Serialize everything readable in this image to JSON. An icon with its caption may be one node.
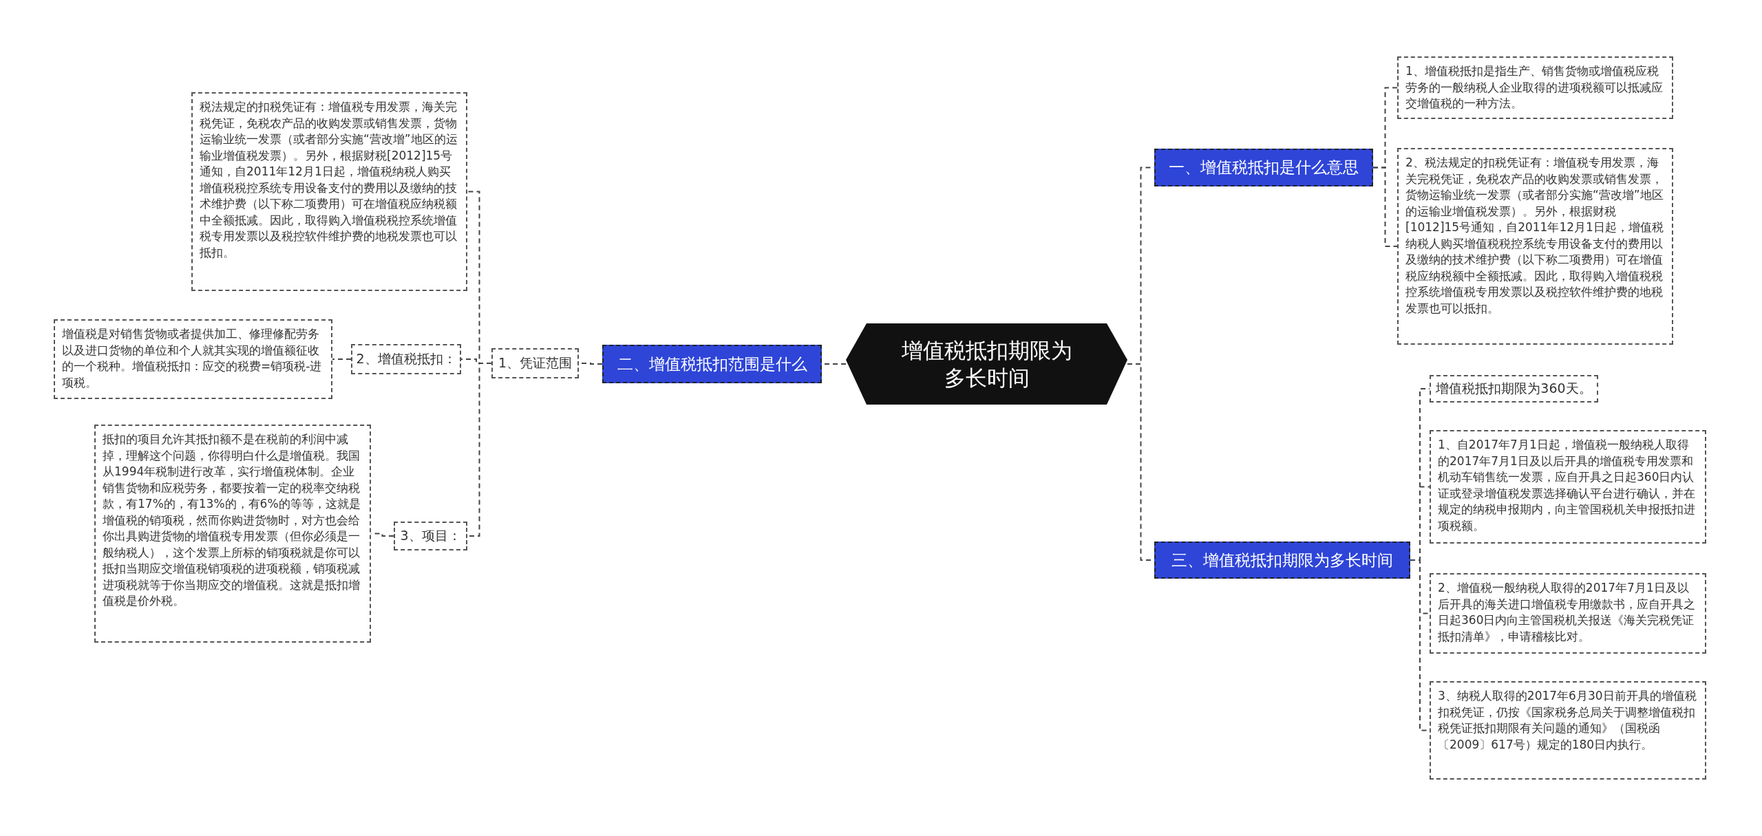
{
  "diagram": {
    "nodes": [
      {
        "text": [
          "增值税抵扣期限为多长时间"
        ]
      },
      {
        "text": [
          "一、增值税抵扣是什么意思"
        ]
      },
      {
        "text": [
          "二、增值税抵扣范围是什么"
        ]
      },
      {
        "text": [
          "三、增值税抵扣期限为多长时间"
        ]
      },
      {
        "text": [
          "1、增值税抵扣是指生产、销售货物或增值税应税劳务的一般纳税人企业取得的进项税额可以抵减应交增值税的一种方法。"
        ]
      },
      {
        "text": [
          "2、税法规定的扣税凭证有：增值税专用发票，海关完税凭证，免税农产品的收购发票或销售发票，货物运输业统一发票（或者部分实施“营改增”地区的运输业增值税发票）。另外，根据财税[1012]15号通知，自2011年12月1日起，增值税纳税人购买增值税税控系统专用设备支付的费用以及缴纳的技术维护费（以下称二项费用）可在增值税应纳税额中全额抵减。因此，取得购入增值税税控系统增值税专用发票以及税控软件维护费的地税发票也可以抵扣。"
        ]
      },
      {
        "text": [
          "增值税抵扣期限为360天。"
        ]
      },
      {
        "text": [
          "1、自2017年7月1日起，增值税一般纳税人取得的2017年7月1日及以后开具的增值税专用发票和机动车销售统一发票，应自开具之日起360日内认证或登录增值税发票选择确认平台进行确认，并在规定的纳税申报期内，向主管国税机关申报抵扣进项税额。"
        ]
      },
      {
        "text": [
          "2、增值税一般纳税人取得的2017年7月1日及以后开具的海关进口增值税专用缴款书，应自开具之日起360日内向主管国税机关报送《海关完税凭证抵扣清单》，申请稽核比对。"
        ]
      },
      {
        "text": [
          "3、纳税人取得的2017年6月30日前开具的增值税扣税凭证，仍按《国家税务总局关于调整增值税扣税凭证抵扣期限有关问题的通知》（国税函〔2009〕617号）规定的180日内执行。"
        ]
      },
      {
        "text": [
          "1、凭证范围"
        ]
      },
      {
        "text": [
          "2、增值税抵扣："
        ]
      },
      {
        "text": [
          "3、项目："
        ]
      },
      {
        "text": [
          "税法规定的扣税凭证有：增值税专用发票，海关完税凭证，免税农产品的收购发票或销售发票，货物运输业统一发票（或者部分实施“营改增”地区的运输业增值税发票）。另外，根据财税[2012]15号通知，自2011年12月1日起，增值税纳税人购买增值税税控系统专用设备支付的费用以及缴纳的技术维护费（以下称二项费用）可在增值税应纳税额中全额抵减。因此，取得购入增值税税控系统增值税专用发票以及税控软件维护费的地税发票也可以抵扣。"
        ]
      },
      {
        "text": [
          "增值税是对销售货物或者提供加工、修理修配劳务以及进口货物的单位和个人就其实现的增值额征收的一个税种。增值税抵扣：应交的税费=销项税-进项税。"
        ]
      },
      {
        "text": [
          "抵扣的项目允许其抵扣额不是在税前的利润中减掉，理解这个问题，你得明白什么是增值税。我国从1994年税制进行改革，实行增值税体制。企业销售货物和应税劳务，都要按着一定的税率交纳税款，有17%的，有13%的，有6%的等等，这就是增值税的销项税，然而你购进货物时，对方也会给你出具购进货物的增值税专用发票（但你必须是一般纳税人），这个发票上所标的销项税就是你可以抵扣当期应交增值税销项税的进项税额，销项税减进项税就等于你当期应交的增值税。这就是抵扣增值税是价外税。"
        ]
      }
    ],
    "edges": [
      {
        "from": 0,
        "to": 1,
        "arrow": "none"
      },
      {
        "from": 0,
        "to": 2,
        "arrow": "none"
      },
      {
        "from": 0,
        "to": 3,
        "arrow": "none"
      },
      {
        "from": 1,
        "to": 4,
        "arrow": "none"
      },
      {
        "from": 1,
        "to": 5,
        "arrow": "none"
      },
      {
        "from": 3,
        "to": 6,
        "arrow": "none"
      },
      {
        "from": 3,
        "to": 7,
        "arrow": "none"
      },
      {
        "from": 3,
        "to": 8,
        "arrow": "none"
      },
      {
        "from": 3,
        "to": 9,
        "arrow": "none"
      },
      {
        "from": 2,
        "to": 10,
        "arrow": "none"
      },
      {
        "from": 10,
        "to": 13,
        "arrow": "none"
      },
      {
        "from": 10,
        "to": 11,
        "arrow": "none"
      },
      {
        "from": 10,
        "to": 12,
        "arrow": "none"
      },
      {
        "from": 11,
        "to": 14,
        "arrow": "none"
      },
      {
        "from": 12,
        "to": 15,
        "arrow": "none"
      }
    ]
  }
}
